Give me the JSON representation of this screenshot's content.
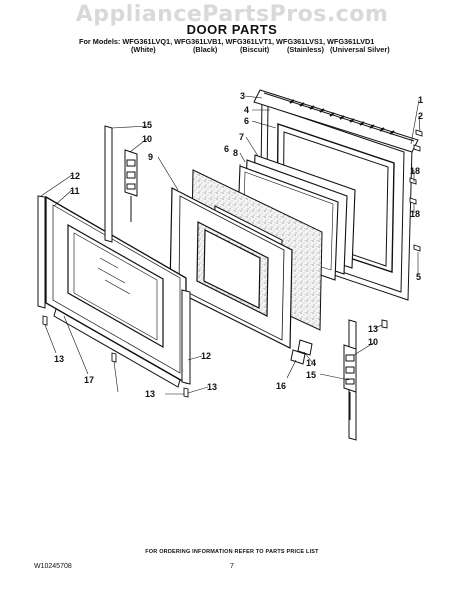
{
  "watermark": "AppliancePartsPros.com",
  "title": "DOOR PARTS",
  "models_line": "For Models: WFG361LVQ1, WFG361LVB1, WFG361LVT1, WFG361LVS1, WFG361LVD1",
  "colors": [
    "(White)",
    "(Black)",
    "(Biscuit)",
    "(Stainless)",
    "(Universal Silver)"
  ],
  "callouts": {
    "c1": "1",
    "c2": "2",
    "c3": "3",
    "c4": "4",
    "c5": "5",
    "c6": "6",
    "c7": "7",
    "c8": "8",
    "c9": "9",
    "c10a": "10",
    "c10b": "10",
    "c11": "11",
    "c12a": "12",
    "c12b": "12",
    "c13a": "13",
    "c13b": "13",
    "c13c": "13",
    "c13d": "13",
    "c14": "14",
    "c15a": "15",
    "c15b": "15",
    "c16": "16",
    "c17": "17",
    "c18a": "18",
    "c18b": "18"
  },
  "footer_note": "FOR ORDERING INFORMATION REFER TO PARTS PRICE LIST",
  "doc_id": "W10245708",
  "page_number": "7"
}
